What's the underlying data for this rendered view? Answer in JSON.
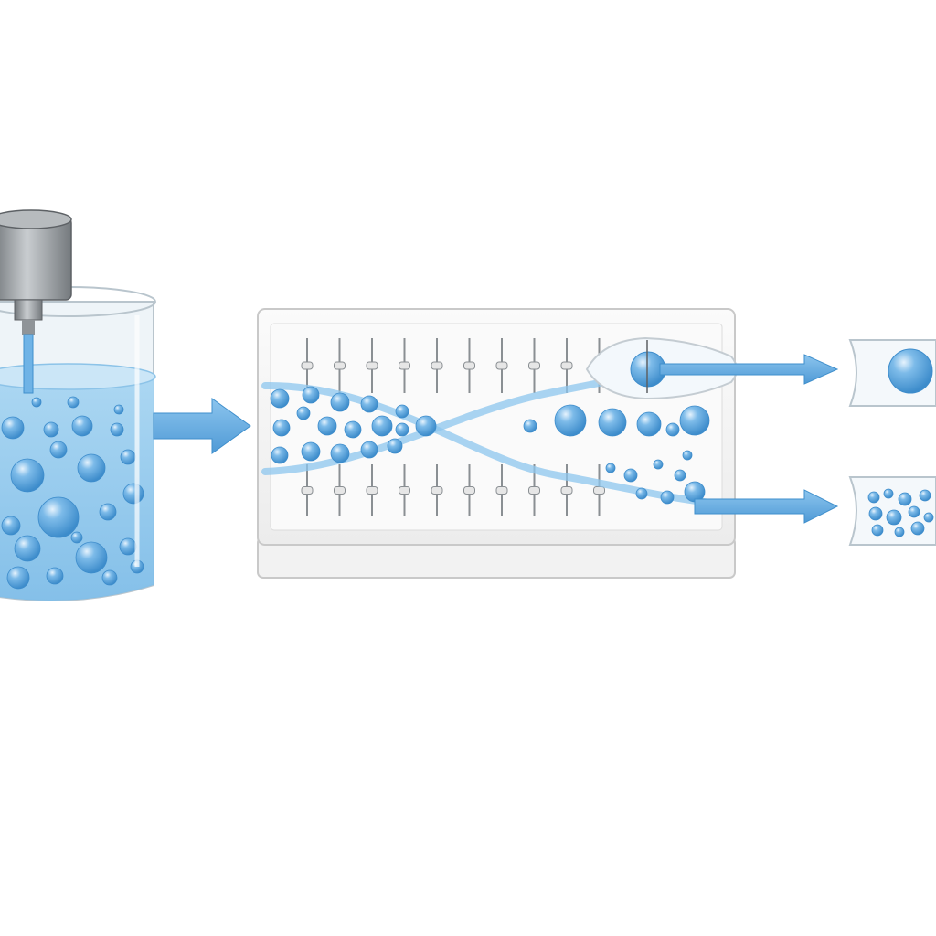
{
  "diagram": {
    "type": "process-flow",
    "stages": [
      "mixing-tank",
      "separation-chip",
      "large-droplet-outlet",
      "small-droplet-outlet"
    ],
    "colors": {
      "liquid": "#8ec9ee",
      "liquid_dark": "#4a9bd6",
      "droplet": "#5aa7e0",
      "droplet_highlight": "#d7ecfb",
      "arrow": "#6fb3e6",
      "arrow_dark": "#3f8fcc",
      "glass": "#e9f1f7",
      "glass_edge": "#b8c4cc",
      "chip_body": "#f7f7f7",
      "chip_edge": "#c9c9c9",
      "motor": "#8f9498"
    },
    "icons": [
      "mixer-motor-icon",
      "flow-arrow-icon",
      "droplet-icon",
      "electrode-pin-icon"
    ]
  }
}
